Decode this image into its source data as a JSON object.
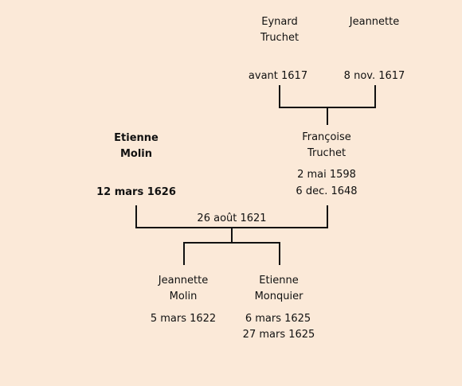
{
  "people": {
    "eynard": {
      "name_line1": "Eynard",
      "name_line2": "Truchet",
      "date1": "avant 1617"
    },
    "jeannette_parent": {
      "name_line1": "Jeannette",
      "date1": "8 nov. 1617"
    },
    "etienne_molin": {
      "name_line1": "Etienne",
      "name_line2": "Molin",
      "date1": "12 mars 1626"
    },
    "francoise": {
      "name_line1": "Françoise",
      "name_line2": "Truchet",
      "date1": "2 mai 1598",
      "date2": "6 dec. 1648"
    },
    "jeannette_molin": {
      "name_line1": "Jeannette",
      "name_line2": "Molin",
      "date1": "5 mars 1622"
    },
    "etienne_monquier": {
      "name_line1": "Etienne",
      "name_line2": "Monquier",
      "date1": "6 mars 1625",
      "date2": "27 mars 1625"
    }
  },
  "marriage": {
    "date": "26 août 1621"
  }
}
